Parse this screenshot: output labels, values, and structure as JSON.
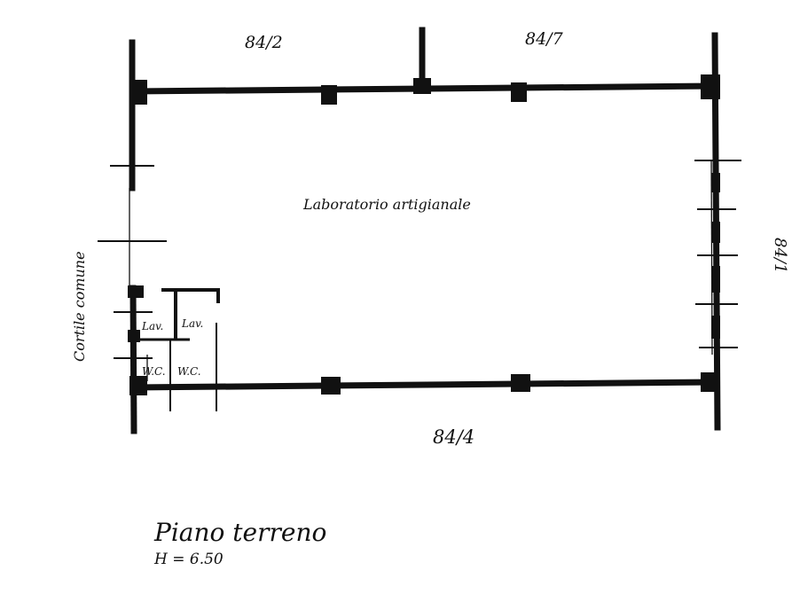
{
  "plan": {
    "neighbor_top_left": "84/2",
    "neighbor_top_right": "84/7",
    "neighbor_right": "84/1",
    "neighbor_bottom": "84/4",
    "room_main": "Laboratorio artigianale",
    "courtyard": "Cortile comune",
    "washroom_left": "Lav.",
    "washroom_right": "Lav.",
    "wc_left": "W.C.",
    "wc_right": "W.C."
  },
  "caption": {
    "floor": "Piano terreno",
    "height": "H = 6.50"
  },
  "colors": {
    "ink": "#111111",
    "paper": "#ffffff"
  }
}
